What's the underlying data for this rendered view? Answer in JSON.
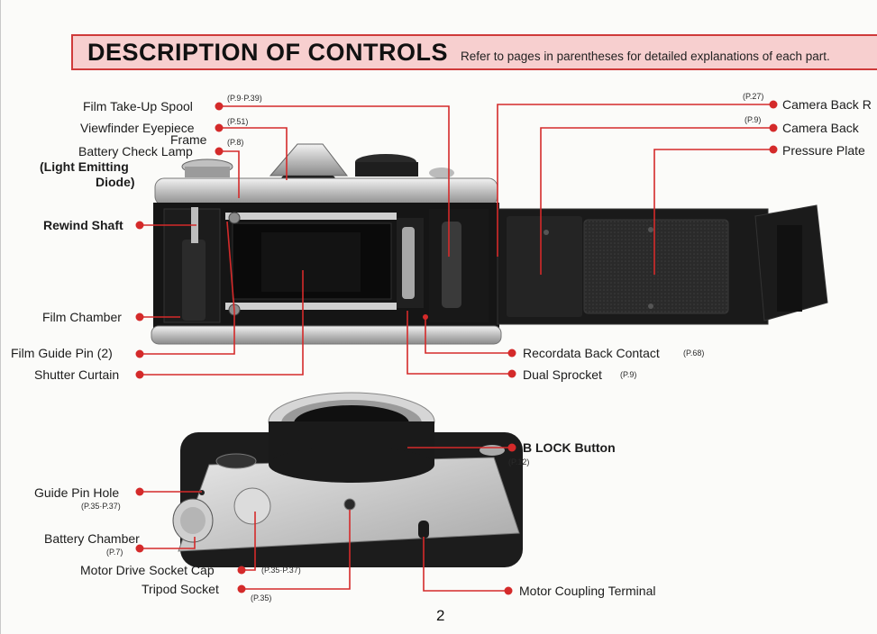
{
  "header": {
    "title": "DESCRIPTION OF CONTROLS",
    "subtitle": "Refer to pages in parentheses for detailed explanations of each part."
  },
  "labels": {
    "film_take_up_spool": {
      "text": "Film Take-Up Spool",
      "ref": "(P.9·P.39)"
    },
    "viewfinder_eyepiece": {
      "text": "Viewfinder Eyepiece",
      "ref": "(P.51)"
    },
    "frame": {
      "text": "Frame"
    },
    "battery_check_lamp": {
      "text": "Battery Check Lamp",
      "ref": "(P.8)"
    },
    "led_line1": {
      "text": "(Light Emitting"
    },
    "led_line2": {
      "text": "Diode)"
    },
    "rewind_shaft": {
      "text": "Rewind Shaft"
    },
    "film_chamber": {
      "text": "Film Chamber"
    },
    "film_guide_pin": {
      "text": "Film Guide Pin (2)"
    },
    "shutter_curtain": {
      "text": "Shutter Curtain"
    },
    "camera_back_r": {
      "text": "Camera Back R",
      "ref": "(P.27)"
    },
    "camera_back": {
      "text": "Camera Back",
      "ref": "(P.9)"
    },
    "pressure_plate": {
      "text": "Pressure Plate"
    },
    "recordata_back_contact": {
      "text": "Recordata Back Contact",
      "ref": "(P.68)"
    },
    "dual_sprocket": {
      "text": "Dual Sprocket",
      "ref": "(P.9)"
    },
    "b_lock_button": {
      "text": "B LOCK Button",
      "ref": "(P.12)"
    },
    "guide_pin_hole": {
      "text": "Guide Pin Hole",
      "ref": "(P.35·P.37)"
    },
    "battery_chamber": {
      "text": "Battery Chamber",
      "ref": "(P.7)"
    },
    "motor_drive_socket_cap": {
      "text": "Motor Drive Socket Cap",
      "ref": "(P.35·P.37)"
    },
    "tripod_socket": {
      "text": "Tripod Socket",
      "ref": "(P.35)"
    },
    "motor_coupling_terminal": {
      "text": "Motor Coupling Terminal"
    }
  },
  "page_number": "2",
  "colors": {
    "accent": "#d42a2a",
    "header_fill": "#f7cfcf",
    "body_dark": "#1e1e1e",
    "chrome": "#c9c9c9"
  }
}
